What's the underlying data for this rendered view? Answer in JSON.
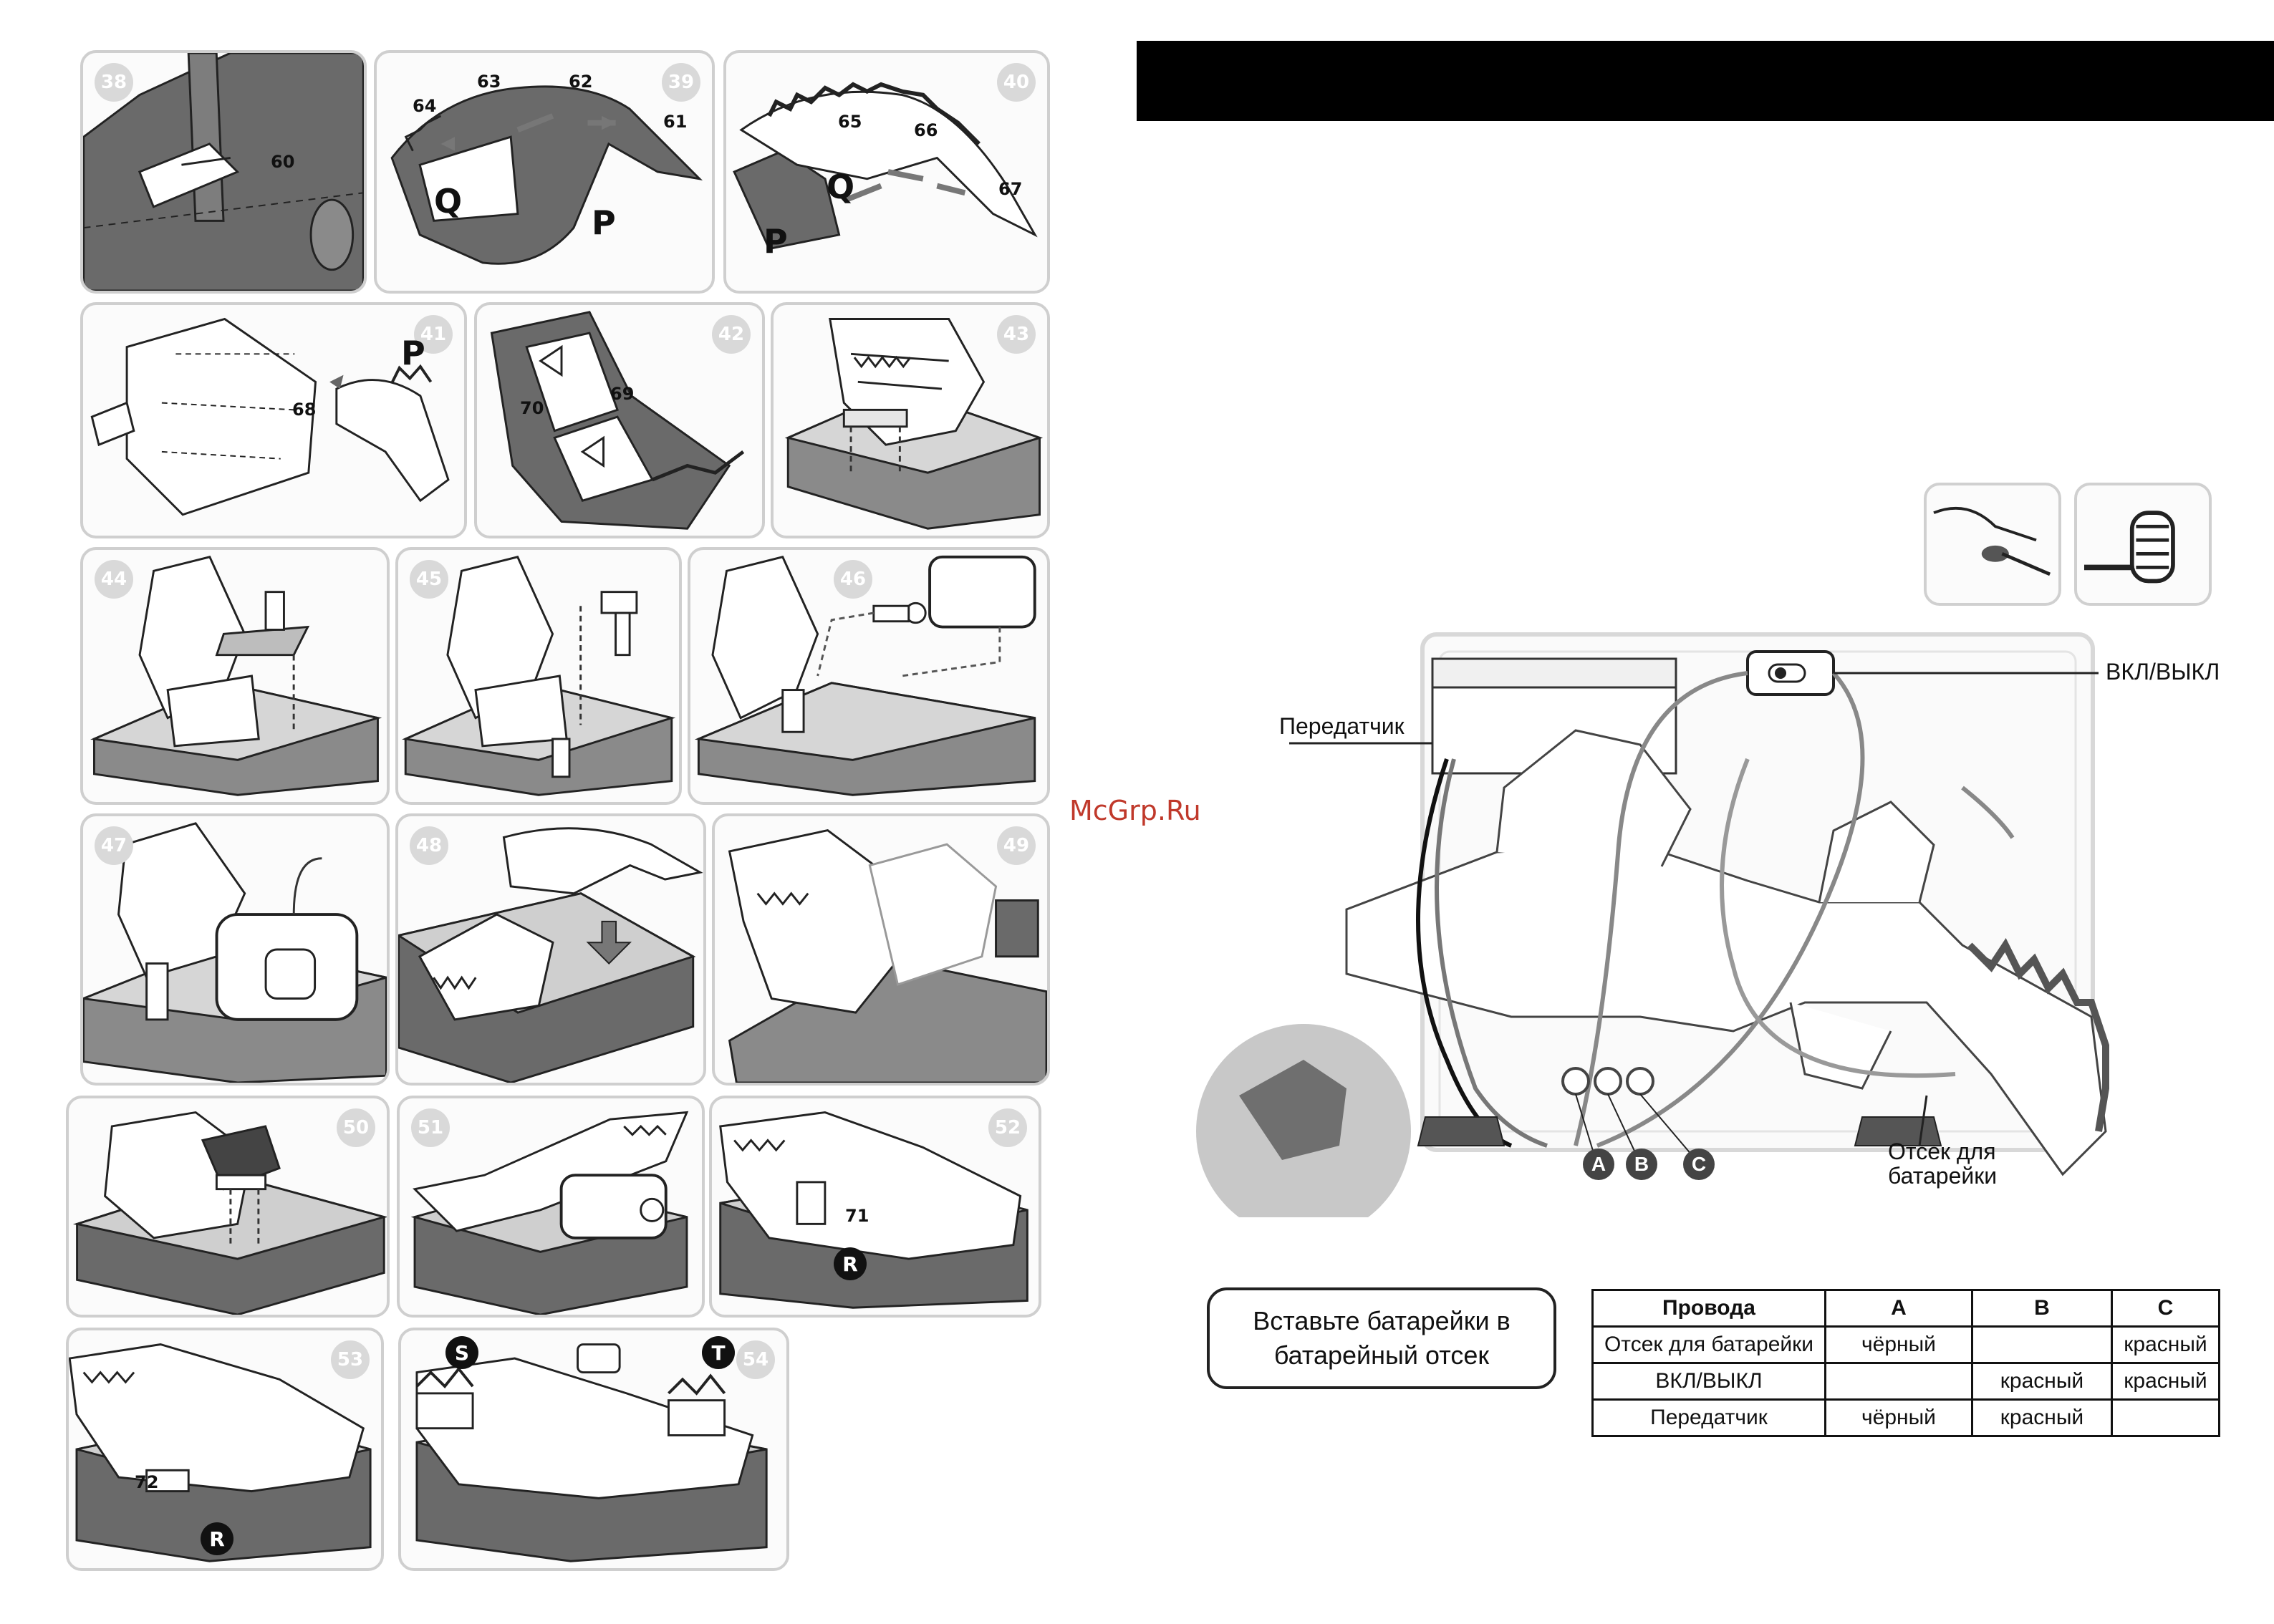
{
  "watermark": "McGrp.Ru",
  "steps": [
    "38",
    "39",
    "40",
    "41",
    "42",
    "43",
    "44",
    "45",
    "46",
    "47",
    "48",
    "49",
    "50",
    "51",
    "52",
    "53",
    "54"
  ],
  "part_labels": {
    "p60": "60",
    "p61": "61",
    "p62": "62",
    "p63": "63",
    "p64": "64",
    "p65": "65",
    "p66": "66",
    "p67": "67",
    "p68": "68",
    "p69": "69",
    "p70": "70",
    "p71": "71",
    "p72": "72"
  },
  "letters": {
    "q": "Q",
    "p": "P",
    "r": "R",
    "s": "S",
    "t": "T"
  },
  "diagram": {
    "switch_label": "ВКЛ/ВЫКЛ",
    "transmitter_label": "Передатчик",
    "battery_label_1": "Отсек для",
    "battery_label_2": "батарейки",
    "terminal_a": "A",
    "terminal_b": "B",
    "terminal_c": "C"
  },
  "battery_note": "Вставьте батарейки в батарейный отсек",
  "wire_table": {
    "headers": [
      "Провода",
      "A",
      "B",
      "C"
    ],
    "rows": [
      [
        "Отсек для батарейки",
        "чёрный",
        "",
        "красный"
      ],
      [
        "ВКЛ/ВЫКЛ",
        "",
        "красный",
        "красный"
      ],
      [
        "Передатчик",
        "чёрный",
        "красный",
        ""
      ]
    ]
  },
  "colors": {
    "accent_gray": "#555555",
    "panel_border": "#cfcfcf",
    "watermark": "#c0392b"
  }
}
